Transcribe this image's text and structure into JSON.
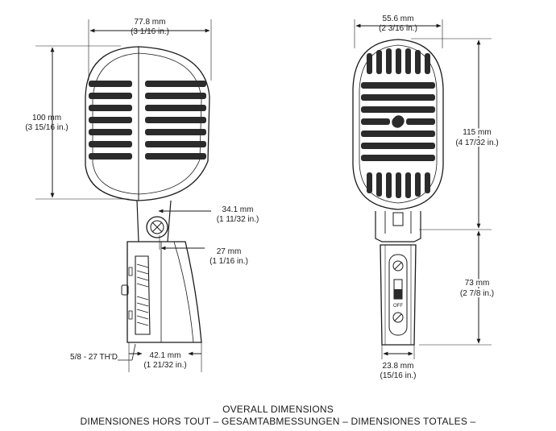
{
  "side_view": {
    "dim_width": {
      "value": "77.8 mm",
      "imperial": "(3 1/16 in.)"
    },
    "dim_head_height": {
      "value": "100 mm",
      "imperial": "(3 15/16 in.)"
    },
    "dim_pivot": {
      "value": "34.1 mm",
      "imperial": "(1 11/32 in.)"
    },
    "dim_offset": {
      "value": "27 mm",
      "imperial": "(1 1/16 in.)"
    },
    "dim_base": {
      "value": "42.1 mm",
      "imperial": "(1 21/32 in.)"
    },
    "thread_label": "5/8 - 27  TH'D"
  },
  "front_view": {
    "dim_width": {
      "value": "55.6 mm",
      "imperial": "(2 3/16 in.)"
    },
    "dim_head_height": {
      "value": "115 mm",
      "imperial": "(4 17/32 in.)"
    },
    "dim_body_height": {
      "value": "73 mm",
      "imperial": "(2 7/8 in.)"
    },
    "dim_body_width": {
      "value": "23.8 mm",
      "imperial": "(15/16 in.)"
    },
    "switch_label": "OFF"
  },
  "caption": {
    "line1": "OVERALL DIMENSIONS",
    "line2": "DIMENSIONES HORS TOUT – GESAMTABMESSUNGEN – DIMENSIONES TOTALES –"
  },
  "colors": {
    "ink": "#1a1a1a",
    "slot": "#2b2b2b",
    "paper": "#ffffff"
  }
}
